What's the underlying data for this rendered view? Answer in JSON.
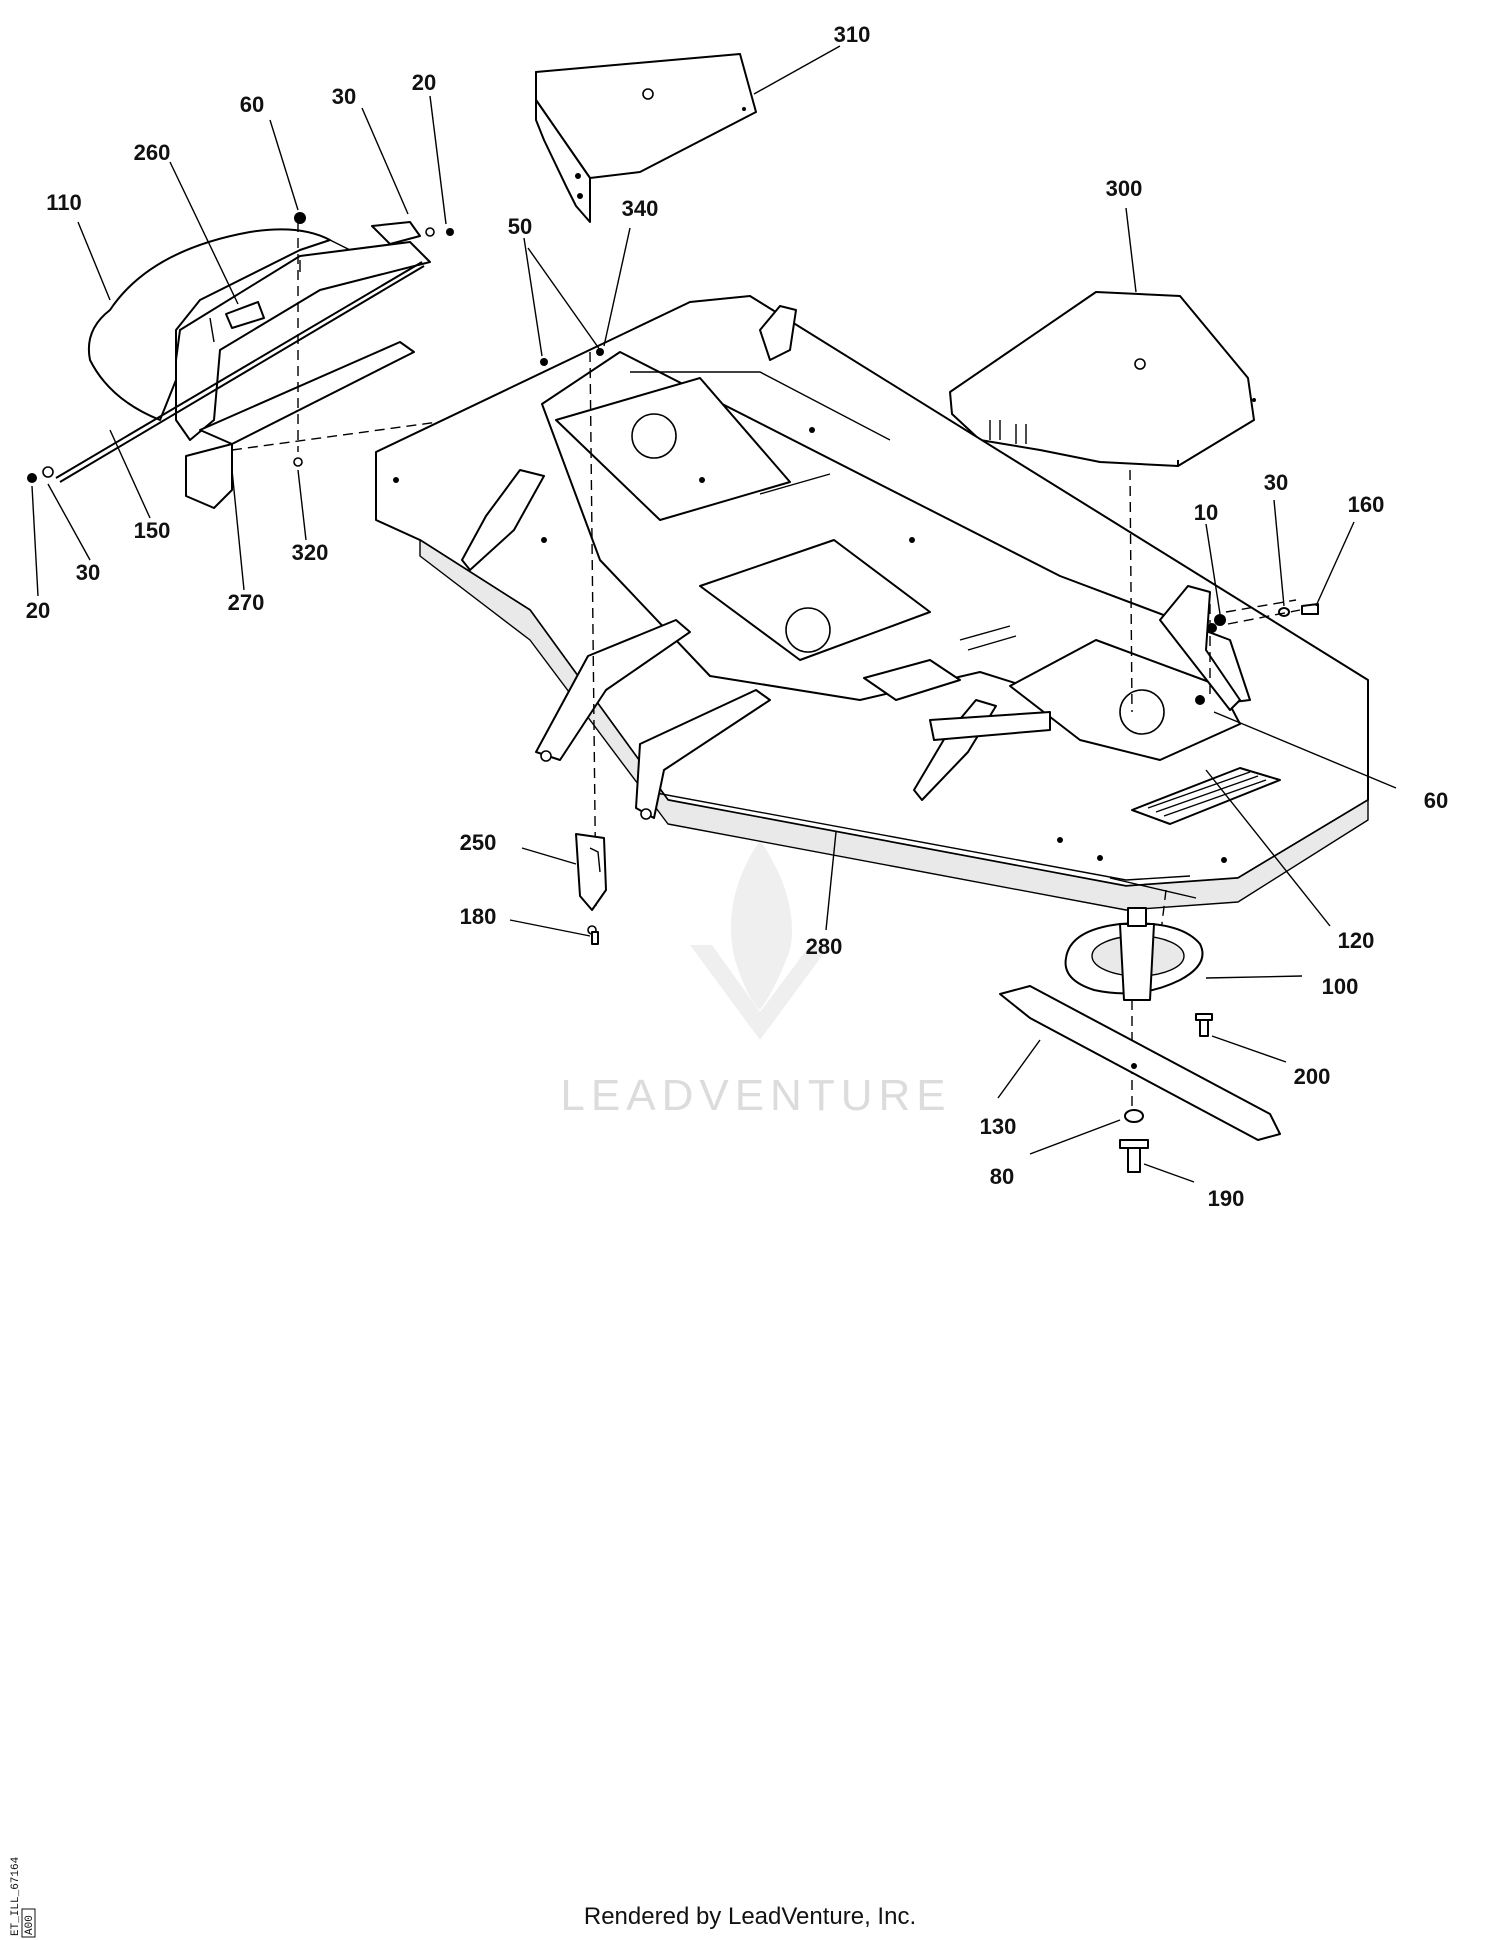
{
  "labels": {
    "l310": "310",
    "l60a": "60",
    "l30a": "30",
    "l20a": "20",
    "l260": "260",
    "l110": "110",
    "l50": "50",
    "l340": "340",
    "l300": "300",
    "l150": "150",
    "l320": "320",
    "l30b": "30",
    "l20b": "20",
    "l270": "270",
    "l10": "10",
    "l30c": "30",
    "l160": "160",
    "l60b": "60",
    "l250": "250",
    "l180": "180",
    "l280": "280",
    "l120": "120",
    "l100": "100",
    "l200": "200",
    "l130": "130",
    "l80": "80",
    "l190": "190"
  },
  "watermark": {
    "text": "LEADVENTURE"
  },
  "footer": {
    "text": "Rendered by LeadVenture, Inc."
  },
  "drawing_code": {
    "id": "ET_ILL_67164",
    "rev": "A00"
  }
}
